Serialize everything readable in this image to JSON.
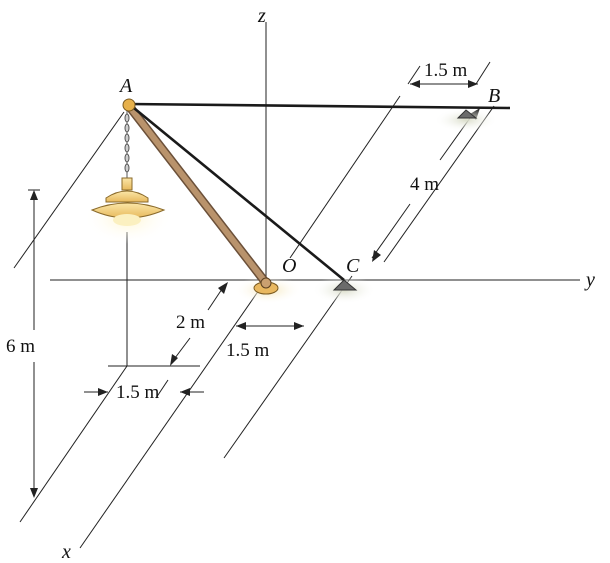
{
  "axes": {
    "x": "x",
    "y": "y",
    "z": "z"
  },
  "points": {
    "A": "A",
    "B": "B",
    "C": "C",
    "O": "O"
  },
  "dimensions": {
    "b_offset": "1.5 m",
    "bc_length": "4 m",
    "height": "6 m",
    "lamp_x": "2 m",
    "c_y": "1.5 m",
    "lamp_y": "1.5 m"
  },
  "colors": {
    "pole": "#b9936c",
    "cable": "#1a1a1a",
    "lamp": "#f2d58f",
    "lamp_glow": "#fbf0c0",
    "support": "#6b6b6b",
    "joint": "#e6b04a"
  }
}
